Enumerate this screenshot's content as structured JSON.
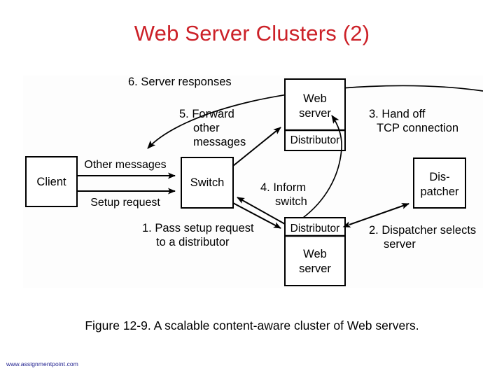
{
  "slide": {
    "title": "Web Server Clusters (2)",
    "title_color": "#cc2128",
    "background_color": "#ffffff"
  },
  "figure": {
    "caption": "Figure 12-9. A scalable content-aware cluster of Web servers.",
    "background_color": "#fdfdfd",
    "nodes": [
      {
        "id": "client",
        "label": "Client"
      },
      {
        "id": "switch",
        "label": "Switch"
      },
      {
        "id": "web-server-top",
        "label_line1": "Web",
        "label_line2": "server",
        "compartment": "Distributor"
      },
      {
        "id": "web-server-bottom",
        "compartment": "Distributor",
        "label_line1": "Web",
        "label_line2": "server"
      },
      {
        "id": "dispatcher",
        "label_line1": "Dis-",
        "label_line2": "patcher"
      }
    ],
    "edge_labels": [
      {
        "id": "other-messages",
        "text": "Other messages"
      },
      {
        "id": "setup-request",
        "text": "Setup request"
      }
    ],
    "steps": [
      {
        "number": "1",
        "lines": [
          "1. Pass setup request",
          "to a distributor"
        ]
      },
      {
        "number": "2",
        "lines": [
          "2. Dispatcher selects",
          "server"
        ]
      },
      {
        "number": "3",
        "lines": [
          "3. Hand off",
          "TCP connection"
        ]
      },
      {
        "number": "4",
        "lines": [
          "4. Inform",
          "switch"
        ]
      },
      {
        "number": "5",
        "lines": [
          "5. Forward",
          "other",
          "messages"
        ]
      },
      {
        "number": "6",
        "lines": [
          "6. Server responses"
        ]
      }
    ]
  },
  "watermark": {
    "text": "www.assignmentpoint.com",
    "color": "#1a1a8c"
  }
}
